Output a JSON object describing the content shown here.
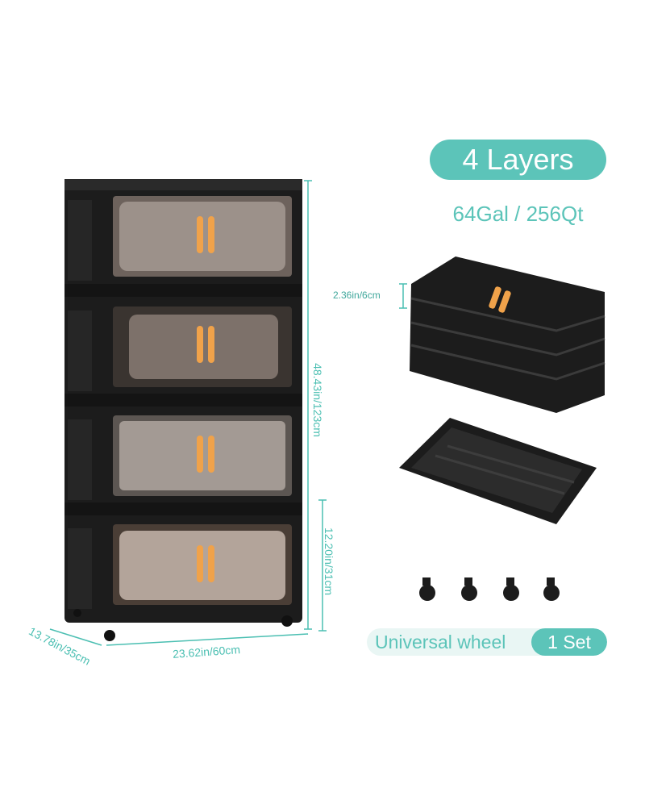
{
  "title": "4 Layers",
  "capacity": "64Gal / 256Qt",
  "dimensions": {
    "height": "48.43in/123cm",
    "layer_height": "12.20in/31cm",
    "width": "23.62in/60cm",
    "depth": "13.78in/35cm",
    "folded_height": "2.36in/6cm"
  },
  "accessory": {
    "label": "Universal wheel",
    "quantity": "1 Set"
  },
  "colors": {
    "accent": "#5cc4b9",
    "product": "#1c1c1c",
    "handle": "#f0a24a"
  },
  "wheel_count": 4
}
